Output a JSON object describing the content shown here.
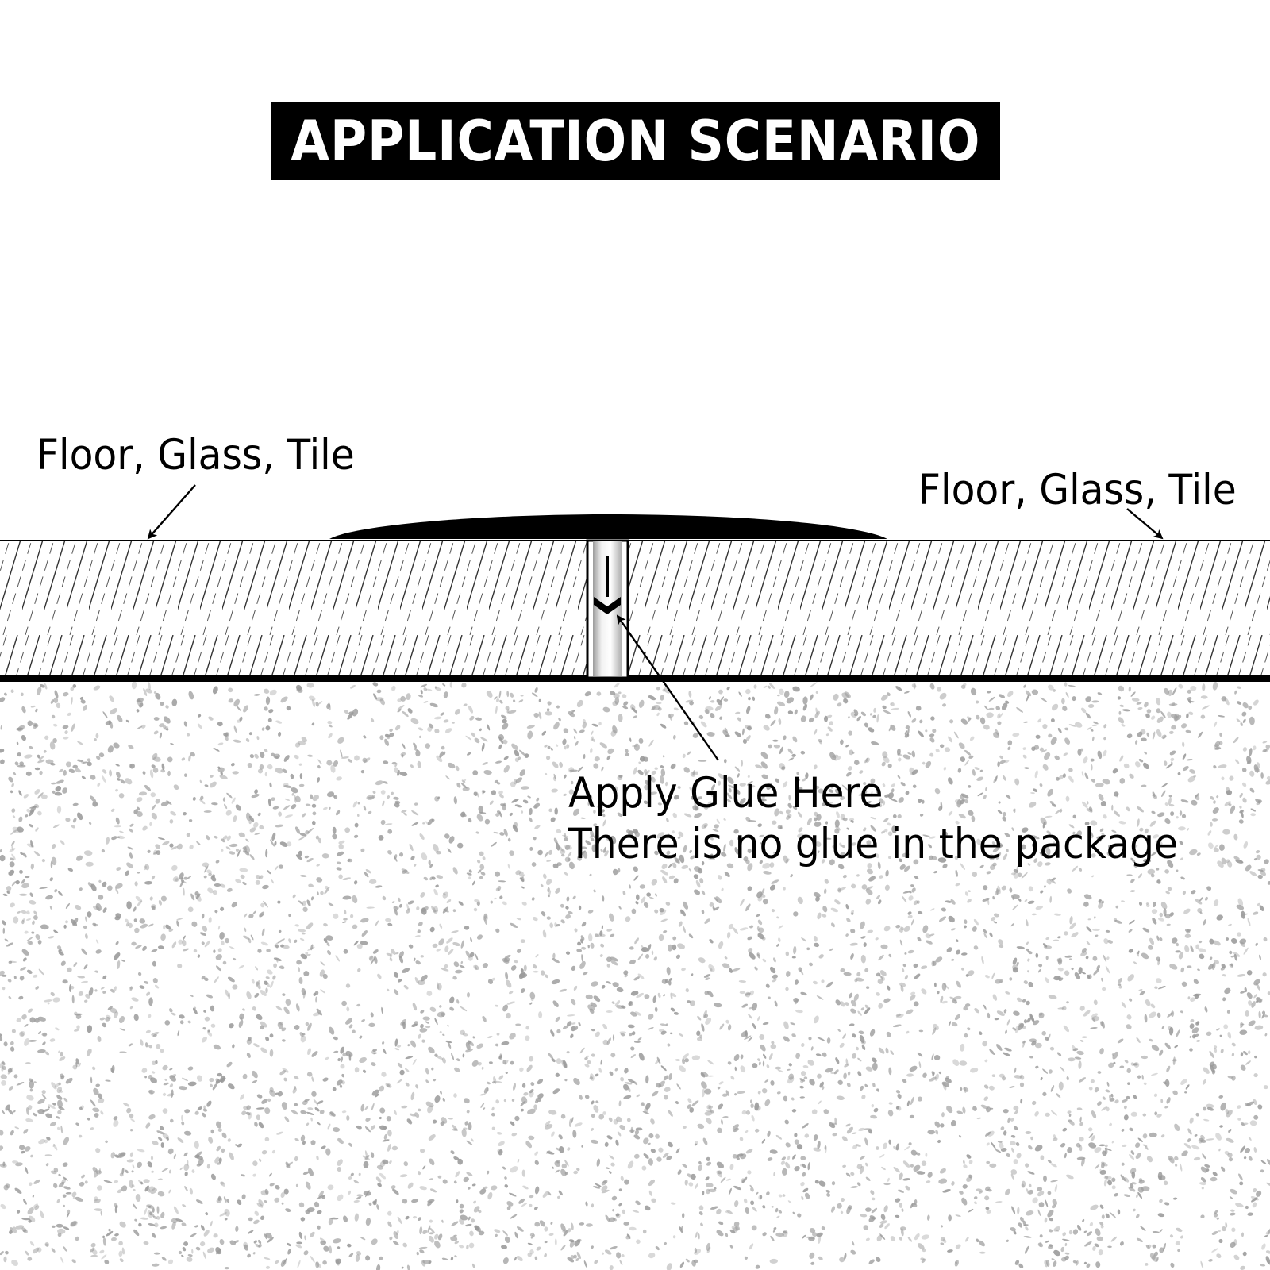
{
  "title": "APPLICATION SCENARIO",
  "labels": {
    "left_surface": "Floor, Glass, Tile",
    "right_surface": "Floor, Glass, Tile",
    "glue_line1": "Apply Glue Here",
    "glue_line2": "There is no glue in the package"
  },
  "colors": {
    "ink": "#000000",
    "background": "#ffffff",
    "speckle": "#9a9a9a",
    "hatch": "#333333"
  }
}
